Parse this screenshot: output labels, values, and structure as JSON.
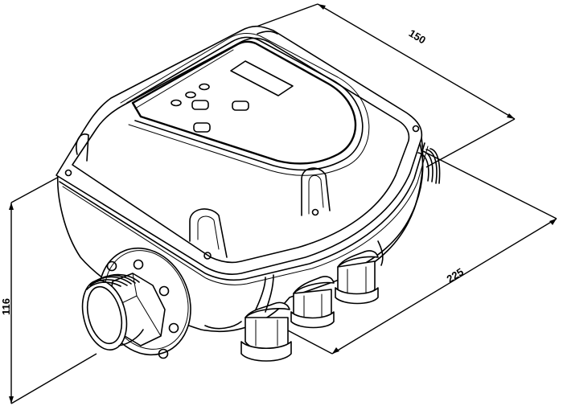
{
  "drawing": {
    "subject": "pump controller isometric line drawing",
    "stroke_color": "#000000",
    "background": "#ffffff"
  },
  "dimensions": {
    "depth": {
      "label": "150",
      "angle_deg": 31
    },
    "length": {
      "label": "225",
      "angle_deg": -32
    },
    "height": {
      "label": "116",
      "angle_deg": -90
    }
  },
  "features": {
    "display_window": "display-icon",
    "control_buttons": [
      "button-1",
      "button-2",
      "button-3",
      "button-4",
      "button-5",
      "button-6"
    ],
    "threaded_inlet": "threaded-connector-icon",
    "cable_glands": [
      "gland-1",
      "gland-2",
      "gland-3"
    ]
  }
}
